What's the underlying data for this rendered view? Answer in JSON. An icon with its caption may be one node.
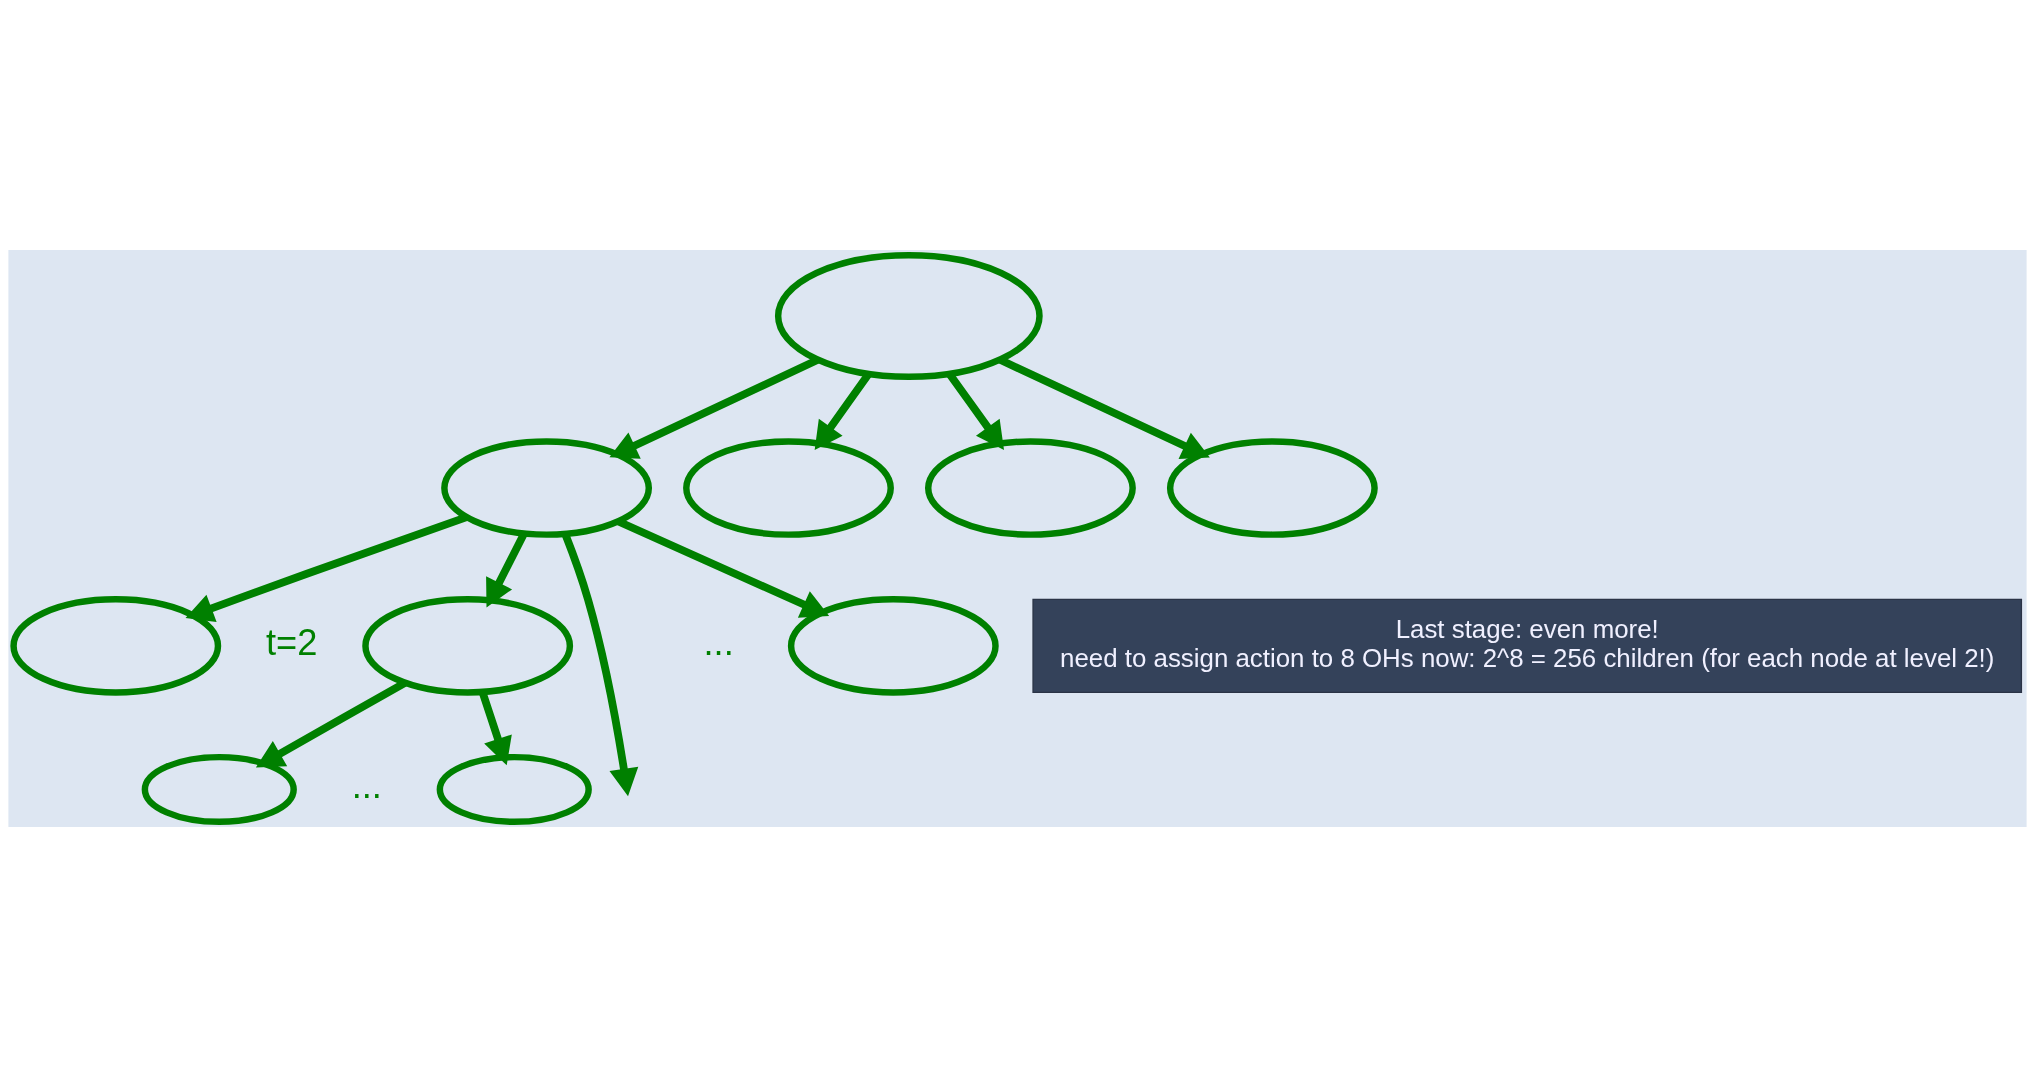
{
  "diagram": {
    "nodes": [
      {
        "text": [],
        "shape": "ellipse"
      },
      {
        "text": [],
        "shape": "ellipse"
      },
      {
        "text": [],
        "shape": "ellipse"
      },
      {
        "text": [],
        "shape": "ellipse"
      },
      {
        "text": [],
        "shape": "ellipse"
      },
      {
        "text": [],
        "shape": "ellipse"
      },
      {
        "text": [],
        "shape": "ellipse"
      },
      {
        "text": [],
        "shape": "ellipse"
      },
      {
        "text": [],
        "shape": "ellipse"
      },
      {
        "text": [],
        "shape": "ellipse"
      },
      {
        "text": [
          "Last stage: even more!",
          "need to assign action to 8 OHs now: 2^8 = 256 children (for each node at level 2!)"
        ]
      }
    ],
    "edges": [
      {
        "from": 0,
        "to": 1,
        "arrow": "to"
      },
      {
        "from": 0,
        "to": 2,
        "arrow": "to"
      },
      {
        "from": 0,
        "to": 3,
        "arrow": "to"
      },
      {
        "from": 0,
        "to": 4,
        "arrow": "to"
      },
      {
        "from": 1,
        "to": 5,
        "arrow": "to"
      },
      {
        "from": 1,
        "to": 6,
        "arrow": "to"
      },
      {
        "from": 1,
        "to": 7,
        "arrow": "to"
      },
      {
        "from": 1,
        "to": null,
        "arrow": "to"
      },
      {
        "from": 6,
        "to": 8,
        "arrow": "to"
      },
      {
        "from": 6,
        "to": 9,
        "arrow": "to"
      }
    ],
    "labels": [
      "...",
      "...",
      "t=2"
    ]
  }
}
